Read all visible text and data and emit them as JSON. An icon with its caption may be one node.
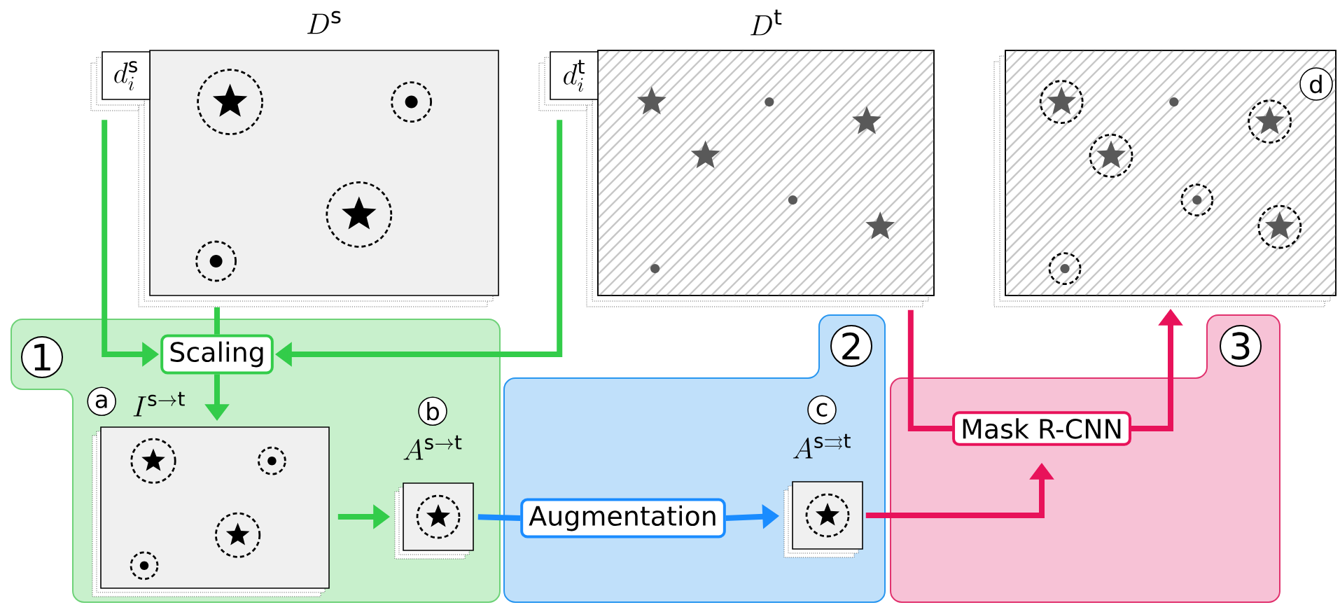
{
  "diagram": {
    "nodes": [
      {
        "text": [
          "1"
        ]
      },
      {
        "text": [
          "2"
        ]
      },
      {
        "text": [
          "3"
        ]
      },
      {
        "text": [
          "D^{\\mathrm{s}}",
          "d_i^{\\mathrm{s}}"
        ]
      },
      {
        "text": [
          "D^{\\mathrm{t}}",
          "d_i^{\\mathrm{t}}"
        ]
      },
      {
        "text": [
          "d"
        ]
      },
      {
        "text": [
          "Scaling"
        ],
        "in": 0
      },
      {
        "text": [
          "a",
          "I^{\\mathrm{s}\\rightarrow\\mathrm{t}}"
        ],
        "in": 0
      },
      {
        "text": [
          "b",
          "A^{\\mathrm{s}\\rightarrow\\mathrm{t}}"
        ],
        "in": 0
      },
      {
        "text": [
          "Augmentation"
        ],
        "in": 1
      },
      {
        "text": [
          "c",
          "A^{\\mathrm{s}\\rightrightarrows\\mathrm{t}}"
        ],
        "in": 1
      },
      {
        "text": [
          "Mask R-CNN"
        ],
        "in": 2
      }
    ],
    "edges": [
      {
        "from": 3,
        "to": 6,
        "arrow": "to"
      },
      {
        "from": 3,
        "to": 6,
        "arrow": "none"
      },
      {
        "from": 4,
        "to": 6,
        "arrow": "to"
      },
      {
        "from": 6,
        "to": 7,
        "arrow": "to"
      },
      {
        "from": 7,
        "to": 8,
        "arrow": "to"
      },
      {
        "from": 8,
        "to": 9,
        "arrow": "none",
        "color": "#1a8cff"
      },
      {
        "from": 9,
        "to": 10,
        "arrow": "to",
        "color": "#1a8cff"
      },
      {
        "from": 10,
        "to": 11,
        "arrow": "to",
        "color": "#e8125a"
      },
      {
        "from": 4,
        "to": 11,
        "arrow": "none",
        "color": "#e8125a"
      },
      {
        "from": 11,
        "to": 5,
        "arrow": "to",
        "color": "#e8125a"
      }
    ]
  }
}
